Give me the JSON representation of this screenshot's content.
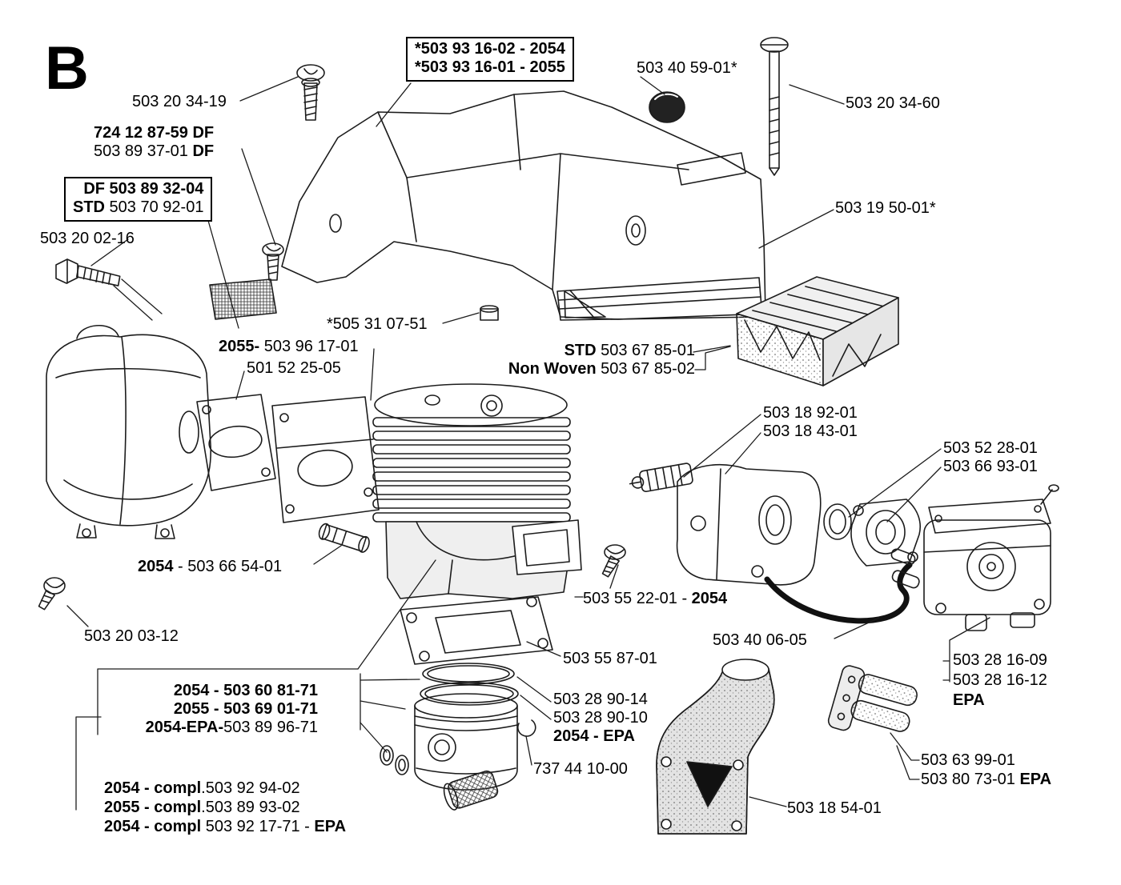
{
  "diagram": {
    "section_letter": "B"
  },
  "labels": [
    {
      "mid": "503 20 34-19"
    },
    {
      "pre": "*503 93 16-02 - 2054"
    },
    {
      "pre": "*503 93 16-01 - 2055"
    },
    {
      "mid": "503 40 59-01*"
    },
    {
      "mid": "503 20 34-60"
    },
    {
      "pre": "724 12 87-59 DF"
    },
    {
      "mid": "503 89 37-01 ",
      "post": "DF"
    },
    {
      "pre": "DF 503 89 32-04"
    },
    {
      "pre": "STD",
      "mid": " 503 70 92-01"
    },
    {
      "mid": "503 20 02-16"
    },
    {
      "mid": "503 19 50-01*"
    },
    {
      "mid": "*505 31 07-51"
    },
    {
      "pre": "2055-",
      "mid": " 503 96 17-01"
    },
    {
      "mid": "501 52 25-05"
    },
    {
      "pre": "STD",
      "mid": " 503 67 85-01"
    },
    {
      "pre": "Non Woven",
      "mid": " 503 67 85-02"
    },
    {
      "mid": "503 18 92-01"
    },
    {
      "mid": "503 18 43-01"
    },
    {
      "mid": "503 52 28-01"
    },
    {
      "mid": "503 66 93-01"
    },
    {
      "pre": "2054",
      "mid": " - 503 66 54-01"
    },
    {
      "mid": "503 55 22-01 - ",
      "post": "2054"
    },
    {
      "mid": "503 20 03-12"
    },
    {
      "mid": "503 55 87-01"
    },
    {
      "mid": "503 40 06-05"
    },
    {
      "mid": "503 28 16-09"
    },
    {
      "mid": "503 28 16-12"
    },
    {
      "pre": "EPA"
    },
    {
      "pre": "2054 - 503 60 81-71"
    },
    {
      "pre": "2055 - 503 69 01-71"
    },
    {
      "pre": "2054-EPA-",
      "mid": "503 89 96-71"
    },
    {
      "mid": "503 28 90-14"
    },
    {
      "mid": "503 28 90-10"
    },
    {
      "pre": "2054 - EPA"
    },
    {
      "mid": "737 44 10-00"
    },
    {
      "pre": "2054 - compl",
      "mid": ".503 92 94-02"
    },
    {
      "pre": "2055 - compl",
      "mid": ".503 89 93-02"
    },
    {
      "pre": "2054 - compl",
      "mid": " 503 92 17-71 - ",
      "post": "EPA"
    },
    {
      "mid": "503 63 99-01"
    },
    {
      "mid": "503 80 73-01 ",
      "post": "EPA"
    },
    {
      "mid": "503 18 54-01"
    }
  ]
}
